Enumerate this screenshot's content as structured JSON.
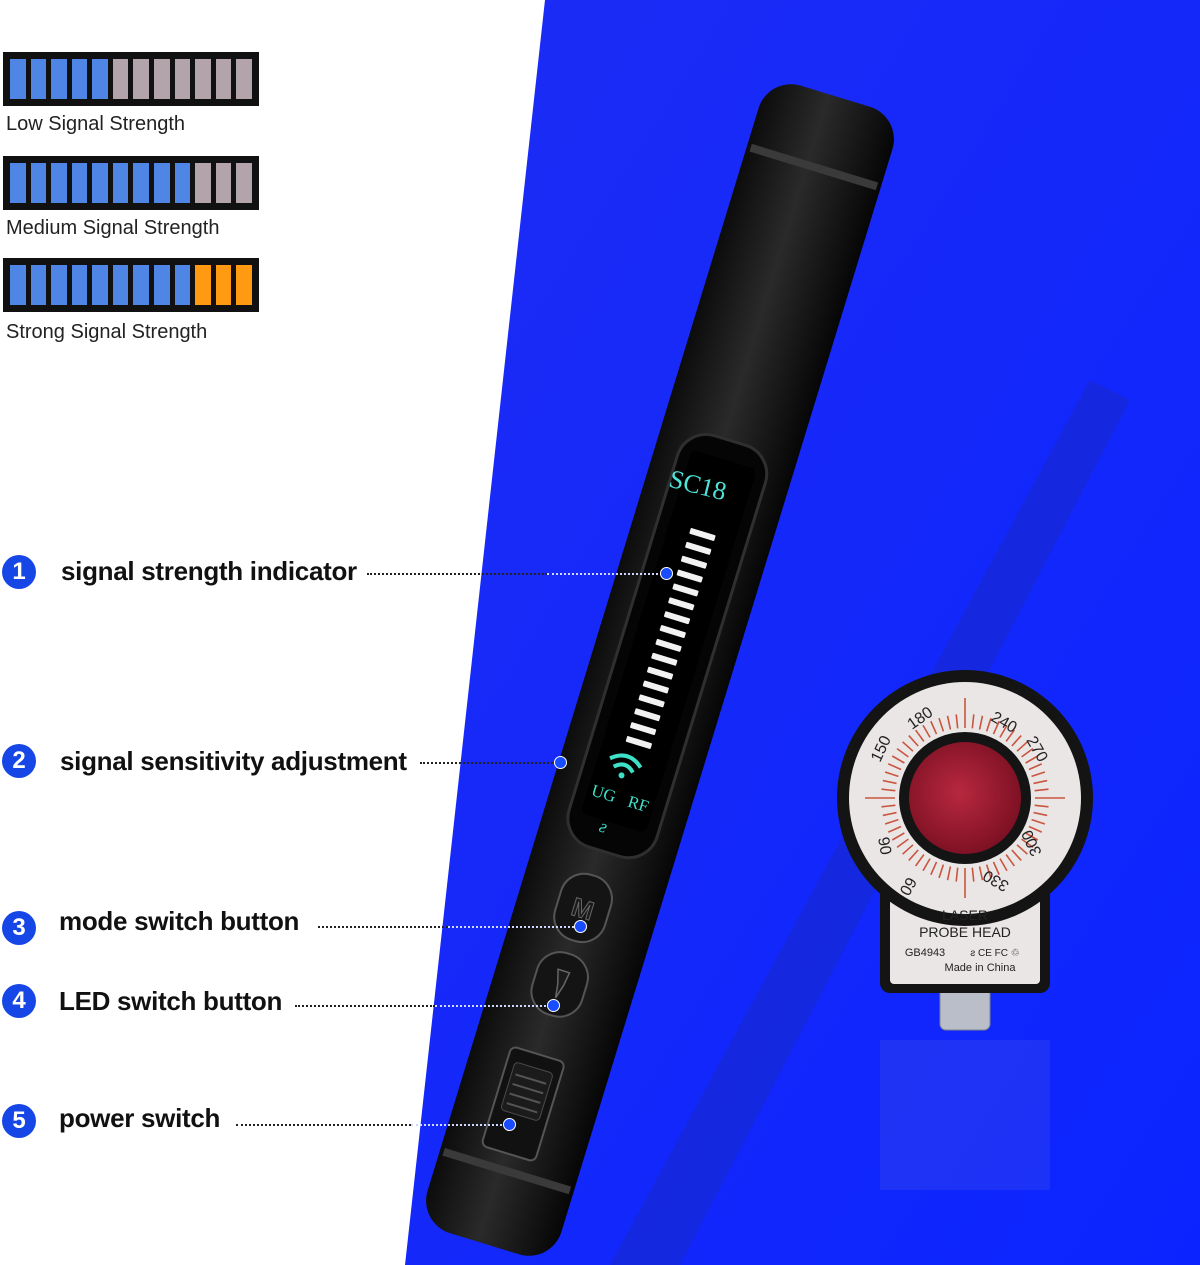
{
  "legend": {
    "items": [
      {
        "label": "Low Signal Strength",
        "level": 5,
        "total": 12,
        "strong": false
      },
      {
        "label": "Medium Signal Strength",
        "level": 9,
        "total": 12,
        "strong": false
      },
      {
        "label": "Strong Signal Strength",
        "level": 12,
        "total": 12,
        "strong": true
      }
    ],
    "colors": {
      "active": "#4f86e6",
      "inactive": "#b3a3aa",
      "strong": "#ff9a12"
    }
  },
  "callouts": [
    {
      "num": "1",
      "label": "signal strength indicator"
    },
    {
      "num": "2",
      "label": "signal sensitivity adjustment"
    },
    {
      "num": "3",
      "label": "mode switch button"
    },
    {
      "num": "4",
      "label": "LED switch button"
    },
    {
      "num": "5",
      "label": "power switch"
    }
  ],
  "device": {
    "model": "SC18",
    "mode_left": "UG",
    "mode_right": "RF",
    "button_m": "M",
    "led_icon": "flashlight-icon",
    "wifi_icon": "wifi-icon"
  },
  "probe": {
    "dial_labels": [
      "180",
      "240",
      "270",
      "150",
      "90",
      "300",
      "330",
      "60"
    ],
    "line1": "LASER",
    "line2": "PROBE  HEAD",
    "line3": "GB4943",
    "line4": "Made in China"
  },
  "colors": {
    "blue_panel": "#0a1fff",
    "accent_dot": "#1a4cff",
    "lens": "#a01c32"
  }
}
